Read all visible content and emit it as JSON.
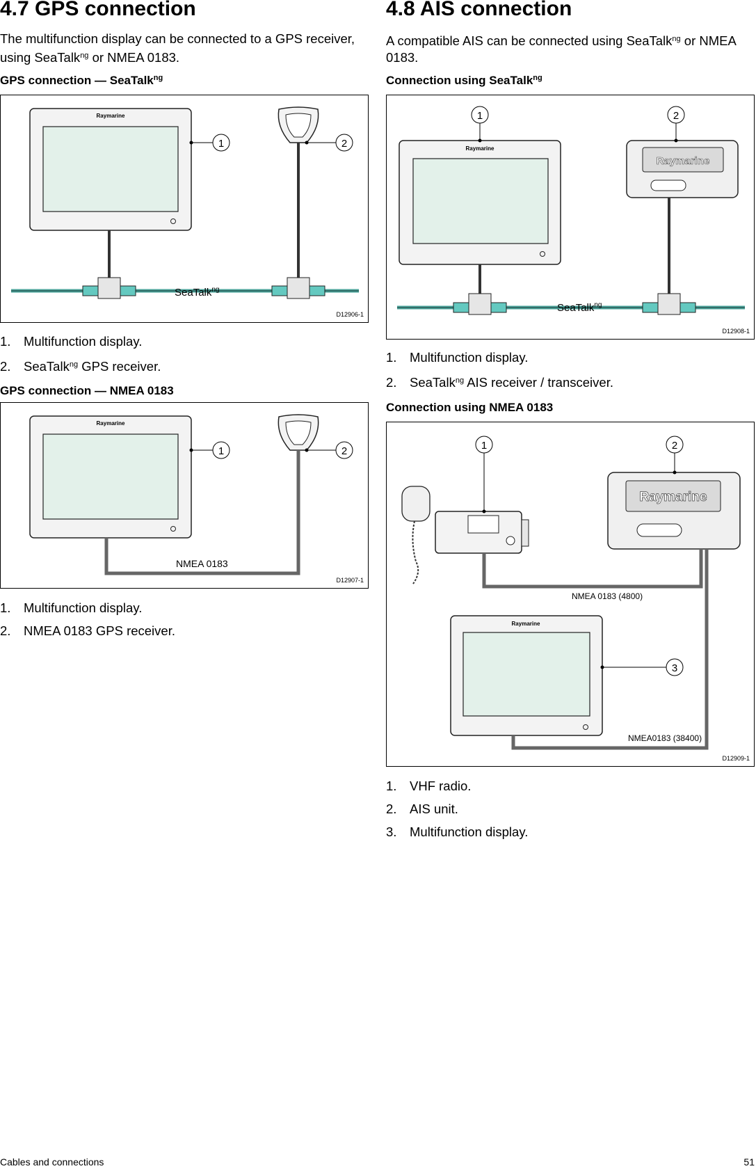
{
  "left": {
    "heading": "4.7 GPS connection",
    "intro_a": "The multifunction display can be connected to a GPS receiver, using SeaTalk",
    "intro_ng": "ng",
    "intro_b": " or NMEA 0183.",
    "sub1_a": "GPS connection — SeaTalk",
    "sub1_ng": "ng",
    "fig1": {
      "brand": "Raymarine",
      "bus_a": "SeaTalk",
      "bus_ng": "ng",
      "callout1": "1",
      "callout2": "2",
      "code": "D12906-1"
    },
    "list1": [
      {
        "num": "1.",
        "text_a": "Multifunction display.",
        "ng": "",
        "text_b": ""
      },
      {
        "num": "2.",
        "text_a": "SeaTalk",
        "ng": "ng",
        "text_b": " GPS receiver."
      }
    ],
    "sub2": "GPS connection — NMEA 0183",
    "fig2": {
      "brand": "Raymarine",
      "cable": "NMEA 0183",
      "callout1": "1",
      "callout2": "2",
      "code": "D12907-1"
    },
    "list2": [
      {
        "num": "1.",
        "text": "Multifunction display."
      },
      {
        "num": "2.",
        "text": "NMEA 0183 GPS receiver."
      }
    ]
  },
  "right": {
    "heading": "4.8 AIS connection",
    "intro_a": "A compatible AIS can be connected using SeaTalk",
    "intro_ng": "ng",
    "intro_b": " or NMEA 0183.",
    "sub1_a": "Connection using SeaTalk",
    "sub1_ng": "ng",
    "fig3": {
      "brand": "Raymarine",
      "bus_a": "SeaTalk",
      "bus_ng": "ng",
      "callout1": "1",
      "callout2": "2",
      "code": "D12908-1"
    },
    "list1": [
      {
        "num": "1.",
        "text_a": "Multifunction display.",
        "ng": "",
        "text_b": ""
      },
      {
        "num": "2.",
        "text_a": "SeaTalk",
        "ng": "ng",
        "text_b": " AIS receiver / transceiver."
      }
    ],
    "sub2": "Connection using NMEA 0183",
    "fig4": {
      "brand": "Raymarine",
      "cable1": "NMEA 0183 (4800)",
      "cable2": "NMEA0183 (38400)",
      "callout1": "1",
      "callout2": "2",
      "callout3": "3",
      "code": "D12909-1"
    },
    "list2": [
      {
        "num": "1.",
        "text": "VHF radio."
      },
      {
        "num": "2.",
        "text": "AIS unit."
      },
      {
        "num": "3.",
        "text": "Multifunction display."
      }
    ]
  },
  "footer": {
    "section": "Cables and connections",
    "page": "51"
  }
}
